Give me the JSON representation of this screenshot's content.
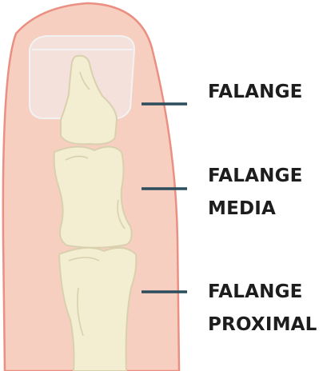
{
  "labels": {
    "distal": "FALANGE",
    "media_line1": "FALANGE",
    "media_line2": "MEDIA",
    "proximal_line1": "FALANGE",
    "proximal_line2": "PROXIMAL"
  },
  "colors": {
    "skin_fill": "#f6cfc0",
    "skin_outline": "#ea8f82",
    "nail_fill": "#f4e4e1",
    "nail_outline": "#f2f2f2",
    "bone_fill": "#f3edd2",
    "bone_outline": "#d9d0ae",
    "leader_line": "#2b4d5c",
    "label_text": "#1d1d1d"
  }
}
